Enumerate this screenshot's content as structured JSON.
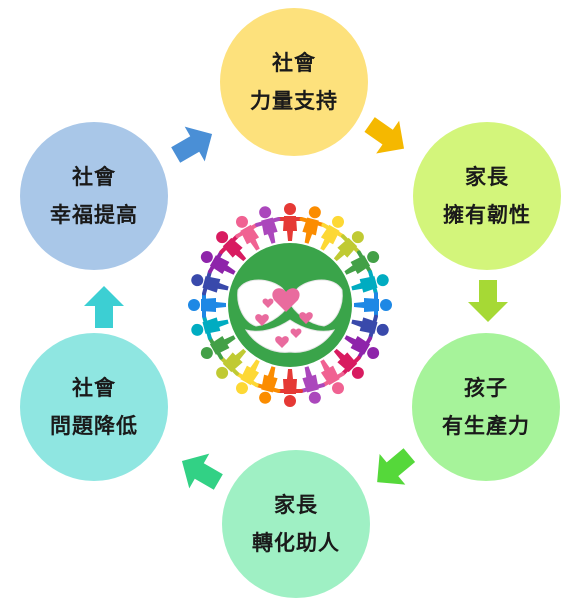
{
  "colors": {
    "social_support": "#fde17c",
    "parent_resilience": "#d3f57b",
    "child_productivity": "#a6f39a",
    "parent_helper": "#9ff0c4",
    "social_problem": "#8fe6e1",
    "social_happiness": "#a9c7e8",
    "arrow_1": "#f5b800",
    "arrow_2": "#a6d935",
    "arrow_3": "#55d83a",
    "arrow_4": "#32d185",
    "arrow_5": "#3ccfd3",
    "arrow_6": "#4a8fd6",
    "globe": "#3aa44a"
  },
  "nodes": [
    {
      "line1": "社會",
      "line2": "力量支持"
    },
    {
      "line1": "家長",
      "line2": "擁有韌性"
    },
    {
      "line1": "孩子",
      "line2": "有生產力"
    },
    {
      "line1": "家長",
      "line2": "轉化助人"
    },
    {
      "line1": "社會",
      "line2": "問題降低"
    },
    {
      "line1": "社會",
      "line2": "幸福提高"
    }
  ],
  "center_icon": "people-around-globe-helping-hands-icon",
  "arrow_icons": [
    "arrow-down-right-icon",
    "arrow-down-icon",
    "arrow-down-left-icon",
    "arrow-left-icon",
    "arrow-up-icon",
    "arrow-up-right-icon"
  ]
}
